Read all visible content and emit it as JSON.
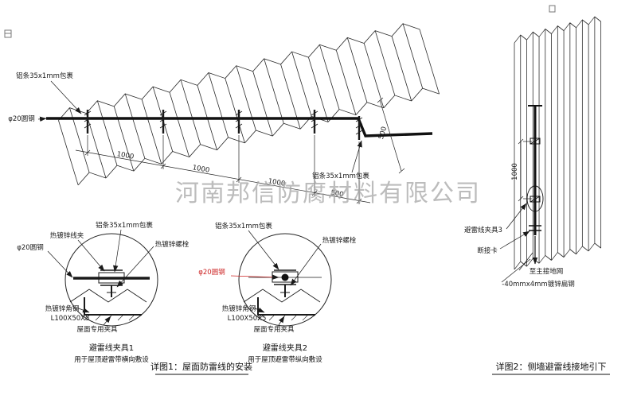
{
  "watermark": {
    "text": "河南邦信防腐材料有限公司"
  },
  "colors": {
    "ink": "#1a1a1a",
    "red": "#cc2222",
    "watermark": "#a3a3a3"
  },
  "roof_view": {
    "label_alu_strip_top": "铝条35x1mm包裹",
    "label_alu_strip_right": "铝条35x1mm包裹",
    "label_round_steel": "φ20圆钢",
    "dims": {
      "d1": "1000",
      "d2": "1000",
      "d3": "1000",
      "d4": "500",
      "d5": "500"
    },
    "caption": "详图1：屋面防雷线的安装"
  },
  "detail1": {
    "label_wire_clip": "热镀锌线夹",
    "label_alu_strip": "铝条35x1mm包裹",
    "label_bolt": "热镀锌螺栓",
    "label_round_steel": "φ20圆钢",
    "label_angle_steel": "热镀锌角钢",
    "label_angle_spec": "L100X50X5",
    "label_roof_clamp": "屋面专用夹具",
    "title": "避雷线夹具1",
    "subtitle": "用于屋顶避雷带横向敷设"
  },
  "detail2": {
    "label_alu_strip": "铝条35x1mm包裹",
    "label_bolt": "热镀锌螺栓",
    "label_round_steel": "φ20圆钢",
    "label_angle_steel": "热镀锌角钢",
    "label_angle_spec": "L100X50X5",
    "label_roof_clamp": "屋面专用夹具",
    "title": "避雷线夹具2",
    "subtitle": "用于屋顶避雷带纵向敷设"
  },
  "wall_view": {
    "label_clamp3": "避雷线夹具3",
    "label_disconnect": "断接卡",
    "label_to_ground": "至主接地网",
    "label_flat_steel": "-40mmx4mm镀锌扁钢",
    "dim_spacing": "1000",
    "caption": "详图2：侧墙避雷线接地引下"
  }
}
